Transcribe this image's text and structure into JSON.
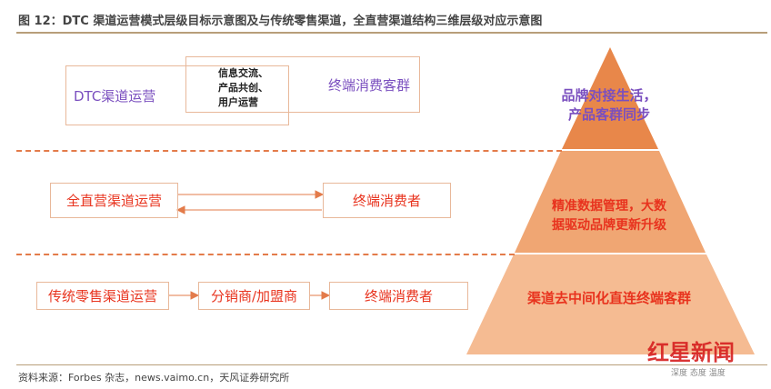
{
  "title": "图 12：DTC 渠道运营模式层级目标示意图及与传统零售渠道，全直营渠道结构三维层级对应示意图",
  "source": "资料来源：Forbes 杂志，news.vaimo.cn，天风证券研究所",
  "dtc": {
    "left": "DTC渠道运营",
    "middle": [
      "信息交流、",
      "产品共创、",
      "用户运营"
    ],
    "right": "终端消费客群"
  },
  "direct": {
    "left": "全直营渠道运营",
    "right": "终端消费者"
  },
  "traditional": {
    "left": "传统零售渠道运营",
    "middle": "分销商/加盟商",
    "right": "终端消费者"
  },
  "pyramid": {
    "top": [
      "品牌对接生活，",
      "产品客群同步"
    ],
    "middle": [
      "精准数据管理，大数",
      "据驱动品牌更新升级"
    ],
    "bottom": "渠道去中间化直连终端客群",
    "colors": {
      "top": "#e8874a",
      "middle": "#f0a673",
      "bottom": "#f5bb92"
    }
  },
  "watermark": {
    "brand": "红星新闻",
    "slogan": "深度 态度 温度"
  }
}
